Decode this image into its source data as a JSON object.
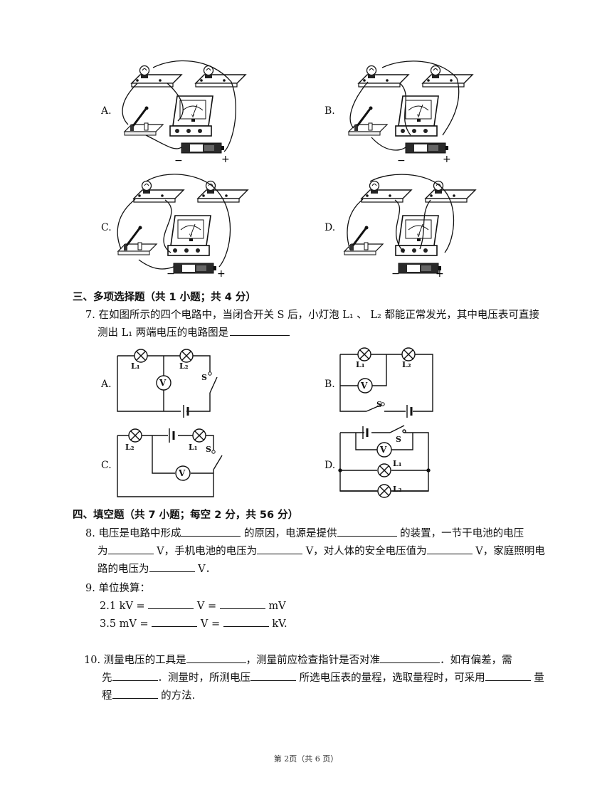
{
  "photo_options": [
    {
      "label": "A."
    },
    {
      "label": "B."
    },
    {
      "label": "C."
    },
    {
      "label": "D."
    }
  ],
  "section3": {
    "title": "三、多项选择题（共 1 小题；共 4 分）"
  },
  "q7": {
    "line1": "7. 在如图所示的四个电路中，当闭合开关 S 后，小灯泡 L₁ 、 L₂ 都能正常发光，其中电压表可直接",
    "line2": "测出 L₁ 两端电压的电路图是"
  },
  "circuit_options": [
    {
      "label": "A.",
      "lamp_left": "L₁",
      "lamp_right": "L₂",
      "switch": "S",
      "meter": "V"
    },
    {
      "label": "B.",
      "lamp_left": "L₁",
      "lamp_right": "L₂",
      "switch": "S",
      "meter": "V"
    },
    {
      "label": "C.",
      "lamp_left": "L₂",
      "lamp_right": "L₁",
      "switch": "S",
      "meter": "V"
    },
    {
      "label": "D.",
      "lamp_top": "L₁",
      "lamp_bottom": "L₂",
      "switch": "S",
      "meter": "V"
    }
  ],
  "section4": {
    "title": "四、填空题（共 7 小题；每空 2 分，共 56 分）"
  },
  "q8": {
    "p1": "8. 电压是电路中形成",
    "p2": " 的原因，电源是提供",
    "p3": " 的装置，一节干电池的电压",
    "p4": "为",
    "p5": " V，手机电池的电压为",
    "p6": " V，对人体的安全电压值为",
    "p7": " V，家庭照明电",
    "p8": "路的电压为",
    "p9": " V．"
  },
  "q9": {
    "title": "9. 单位换算：",
    "row1_a": "2.1 kV =",
    "row1_b": "V =",
    "row1_c": "mV",
    "row2_a": "3.5 mV =",
    "row2_b": "V =",
    "row2_c": "kV."
  },
  "q10": {
    "p1": "10. 测量电压的工具是",
    "p2": "，测量前应检查指针是否对准",
    "p3": "．如有偏差，需",
    "p4": "先",
    "p5": "．测量时，所测电压",
    "p6": " 所选电压表的量程，选取量程时，可采用",
    "p7": " 量",
    "p8": "程",
    "p9": " 的方法."
  },
  "footer": "第 2页（共 6 页）"
}
